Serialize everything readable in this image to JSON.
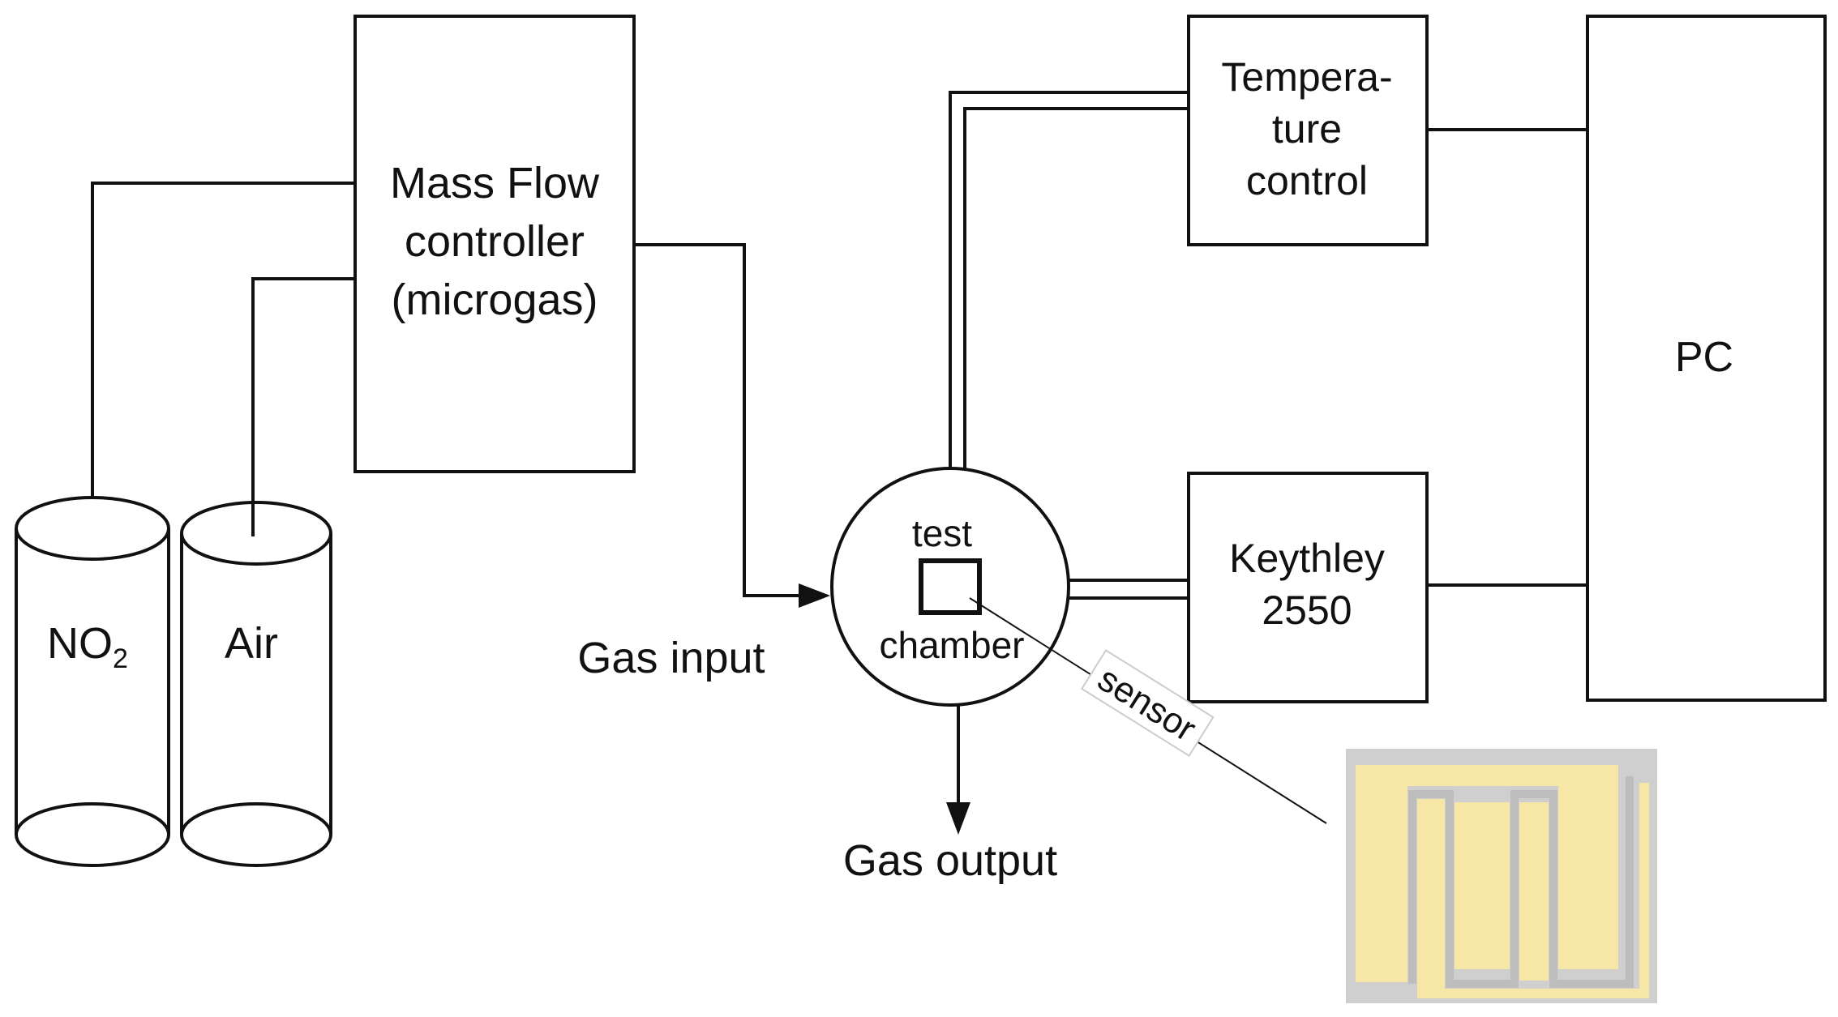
{
  "labels": {
    "mfc_line1": "Mass Flow",
    "mfc_line2": "controller",
    "mfc_line3": "(microgas)",
    "temp_line1": "Tempera-",
    "temp_line2": "ture",
    "temp_line3": "control",
    "pc": "PC",
    "keythley_line1": "Keythley",
    "keythley_line2": "2550",
    "no2_main": "NO",
    "no2_sub": "2",
    "air": "Air",
    "gas_input": "Gas input",
    "gas_output": "Gas output",
    "test": "test",
    "chamber": "chamber",
    "sensor": "sensor"
  },
  "colors": {
    "line": "#111111",
    "sensor_substrate": "#c9c9c9",
    "sensor_electrode": "#f7e6a2"
  }
}
